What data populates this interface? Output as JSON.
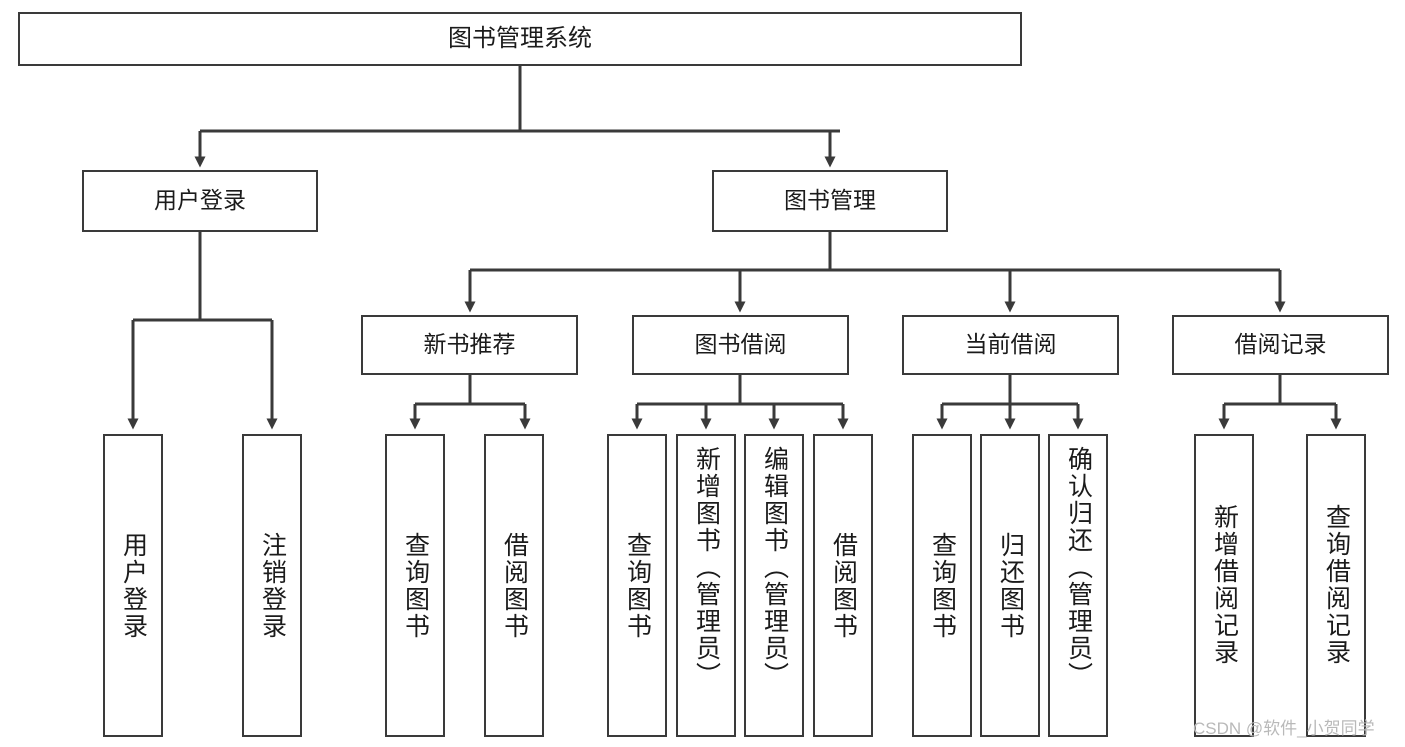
{
  "diagram": {
    "title": "图书管理系统",
    "type": "hierarchy-tree",
    "watermark": "CSDN @软件_小贺同学",
    "colors": {
      "box_border": "#3a3a3a",
      "box_fill": "#ffffff",
      "connector": "#3a3a3a",
      "text": "#1b1b1b",
      "watermark": "#b9b9b9"
    },
    "root": {
      "label": "图书管理系统"
    },
    "level2": [
      {
        "label": "用户登录"
      },
      {
        "label": "图书管理"
      }
    ],
    "level3": [
      {
        "label": "新书推荐"
      },
      {
        "label": "图书借阅"
      },
      {
        "label": "当前借阅"
      },
      {
        "label": "借阅记录"
      }
    ],
    "leaves": {
      "user_login": [
        {
          "label": "用户登录"
        },
        {
          "label": "注销登录"
        }
      ],
      "new_book_recommend": [
        {
          "label": "查询图书"
        },
        {
          "label": "借阅图书"
        }
      ],
      "book_borrow": [
        {
          "label": "查询图书"
        },
        {
          "label": "新增图书（管理员）"
        },
        {
          "label": "编辑图书（管理员）"
        },
        {
          "label": "借阅图书"
        }
      ],
      "current_borrow": [
        {
          "label": "查询图书"
        },
        {
          "label": "归还图书"
        },
        {
          "label": "确认归还（管理员）"
        }
      ],
      "borrow_record": [
        {
          "label": "新增借阅记录"
        },
        {
          "label": "查询借阅记录"
        }
      ]
    }
  }
}
